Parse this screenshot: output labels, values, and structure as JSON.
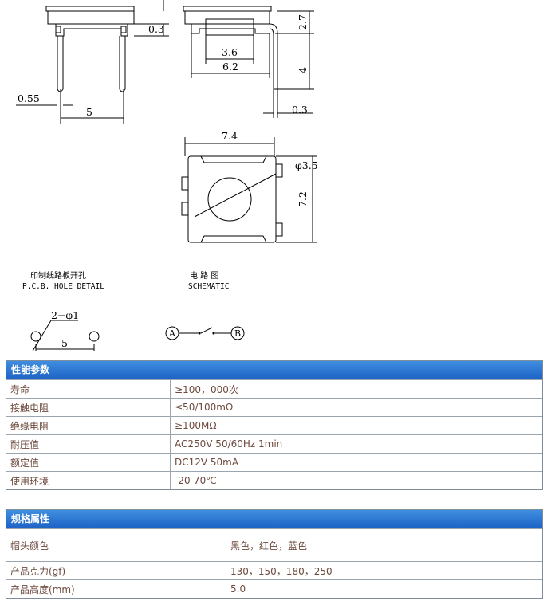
{
  "drawing": {
    "dims": {
      "side_left_pin": "0.3",
      "side_right_height": "2.7",
      "side_right_pin_len": "4",
      "side_right_pin": "0.3",
      "inner_width": "3.6",
      "outer_width": "6.2",
      "pin_width": "0.55",
      "pin_pitch": "5",
      "top_width": "7.4",
      "top_height": "7.2",
      "cap_diameter": "φ3.5",
      "hole_spec": "2−φ1",
      "hole_pitch": "5"
    },
    "captions": {
      "pcb_cn": "印制线路板开孔",
      "pcb_en": "P.C.B. HOLE DETAIL",
      "sch_cn": "电 路 图",
      "sch_en": "SCHEMATIC"
    },
    "schematic": {
      "node_a": "A",
      "node_b": "B"
    }
  },
  "performance": {
    "title": "性能参数",
    "rows": [
      {
        "label": "寿命",
        "value": "≥100，000次"
      },
      {
        "label": "接触电阻",
        "value": "≤50/100mΩ"
      },
      {
        "label": "绝缘电阻",
        "value": "≥100MΩ"
      },
      {
        "label": "耐压值",
        "value": "AC250V 50/60Hz 1min"
      },
      {
        "label": "额定值",
        "value": "DC12V 50mA"
      },
      {
        "label": "使用环境",
        "value": "-20-70℃"
      }
    ]
  },
  "spec": {
    "title": "规格属性",
    "rows": [
      {
        "label": "帽头颜色",
        "value": "黑色，红色，蓝色"
      },
      {
        "label": "产品克力(gf)",
        "value": "130，150，180，250"
      },
      {
        "label": "产品高度(mm)",
        "value": "5.0"
      }
    ]
  }
}
